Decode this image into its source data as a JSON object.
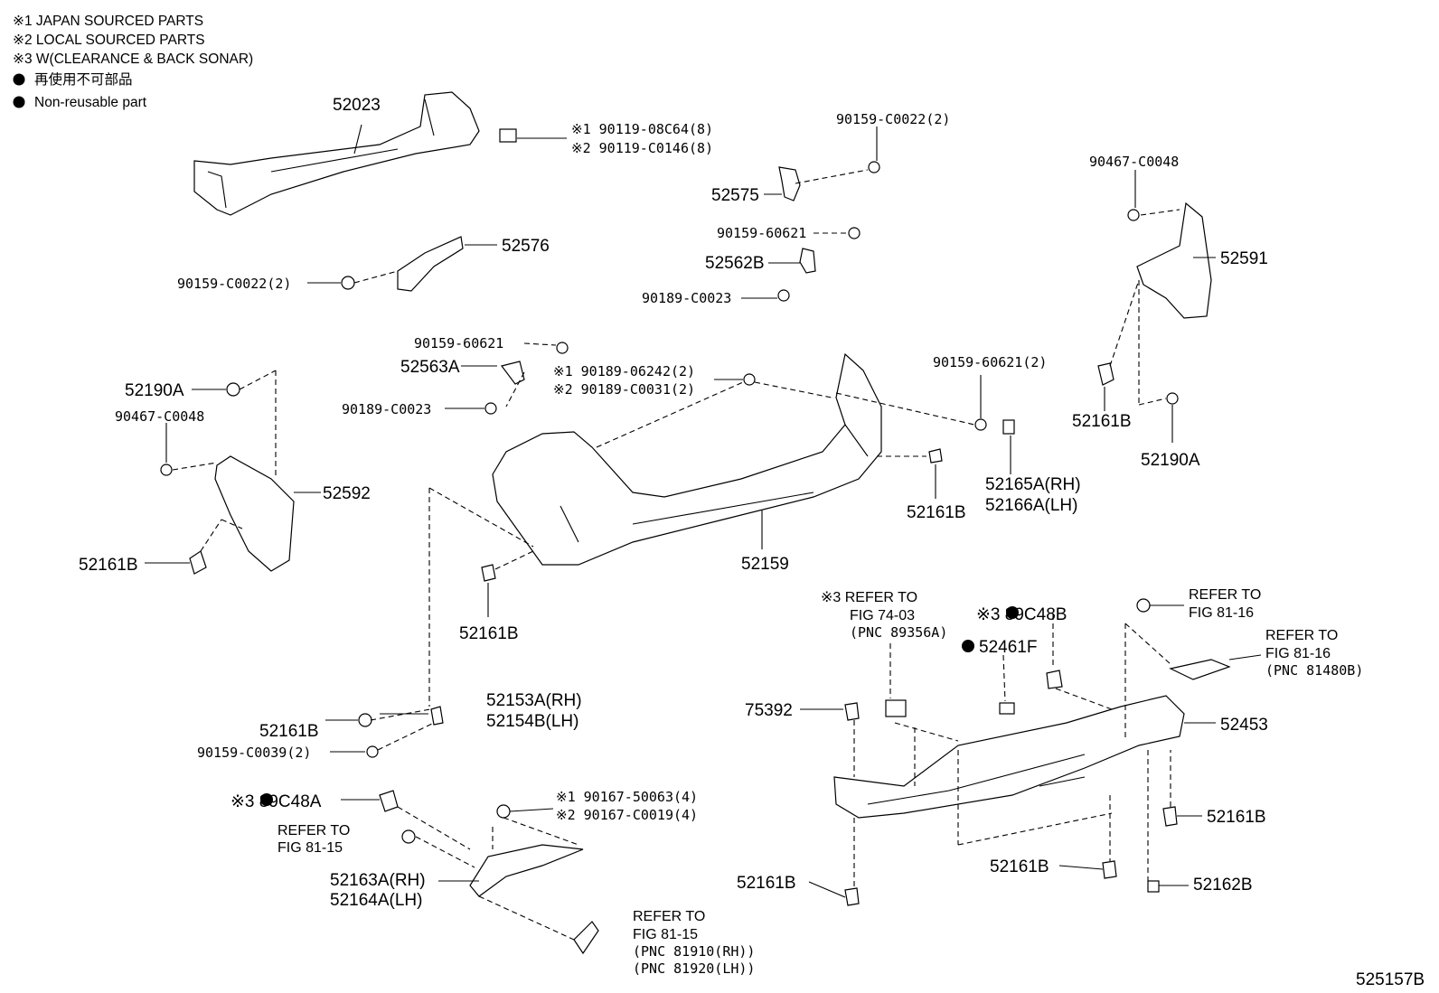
{
  "notes": {
    "line1": "※1 JAPAN SOURCED PARTS",
    "line2": "※2 LOCAL SOURCED PARTS",
    "line3": "※3 W(CLEARANCE & BACK SONAR)",
    "line4": "再使用不可部品",
    "line5": "Non-reusable part"
  },
  "parts": {
    "p52023": "52023",
    "p90119a": "※1 90119-08C64(8)",
    "p90119b": "※2 90119-C0146(8)",
    "p90159_c0022_top": "90159-C0022(2)",
    "p52575": "52575",
    "p90467_right": "90467-C0048",
    "p52576": "52576",
    "p90159_c0022_left": "90159-C0022(2)",
    "p90159_60621_a": "90159-60621",
    "p52562B": "52562B",
    "p90189_c0023_a": "90189-C0023",
    "p52591": "52591",
    "p90159_60621_b": "90159-60621",
    "p52563A": "52563A",
    "p90189_06242": "※1 90189-06242(2)",
    "p90189_c0031": "※2 90189-C0031(2)",
    "p90159_60621_2": "90159-60621(2)",
    "p52190A_left": "52190A",
    "p90467_left": "90467-C0048",
    "p90189_c0023_b": "90189-C0023",
    "p52161B_r1": "52161B",
    "p52190A_right": "52190A",
    "p52592": "52592",
    "p52165A": "52165A(RH)",
    "p52166A": "52166A(LH)",
    "p52161B_c1": "52161B",
    "p52161B_l1": "52161B",
    "p52159": "52159",
    "p52161B_c2": "52161B",
    "refer_74_03_a": "※3 REFER TO",
    "refer_74_03_b": "FIG 74-03",
    "refer_74_03_c": "(PNC 89356A)",
    "p89C48B": "※3 89C48B",
    "refer_81_16_a1": "REFER TO",
    "refer_81_16_a2": "FIG 81-16",
    "refer_81_16_b1": "REFER TO",
    "refer_81_16_b2": "FIG 81-16",
    "refer_81_16_b3": "(PNC 81480B)",
    "p52461F": "52461F",
    "p52153A": "52153A(RH)",
    "p52154B": "52154B(LH)",
    "p75392": "75392",
    "p52453": "52453",
    "p52161B_l2": "52161B",
    "p90159_c0039": "90159-C0039(2)",
    "p89C48A": "※3 89C48A",
    "p90167_50063": "※1 90167-50063(4)",
    "p90167_c0019": "※2 90167-C0019(4)",
    "refer_81_15_a1": "REFER TO",
    "refer_81_15_a2": "FIG 81-15",
    "p52161B_r2": "52161B",
    "p52163A": "52163A(RH)",
    "p52164A": "52164A(LH)",
    "p52161B_b1": "52161B",
    "p52161B_b2": "52161B",
    "p52162B": "52162B",
    "refer_81_15_b1": "REFER TO",
    "refer_81_15_b2": "FIG 81-15",
    "refer_81_15_b3": "(PNC 81910(RH))",
    "refer_81_15_b4": "(PNC 81920(LH))",
    "figure_id": "525157B"
  }
}
